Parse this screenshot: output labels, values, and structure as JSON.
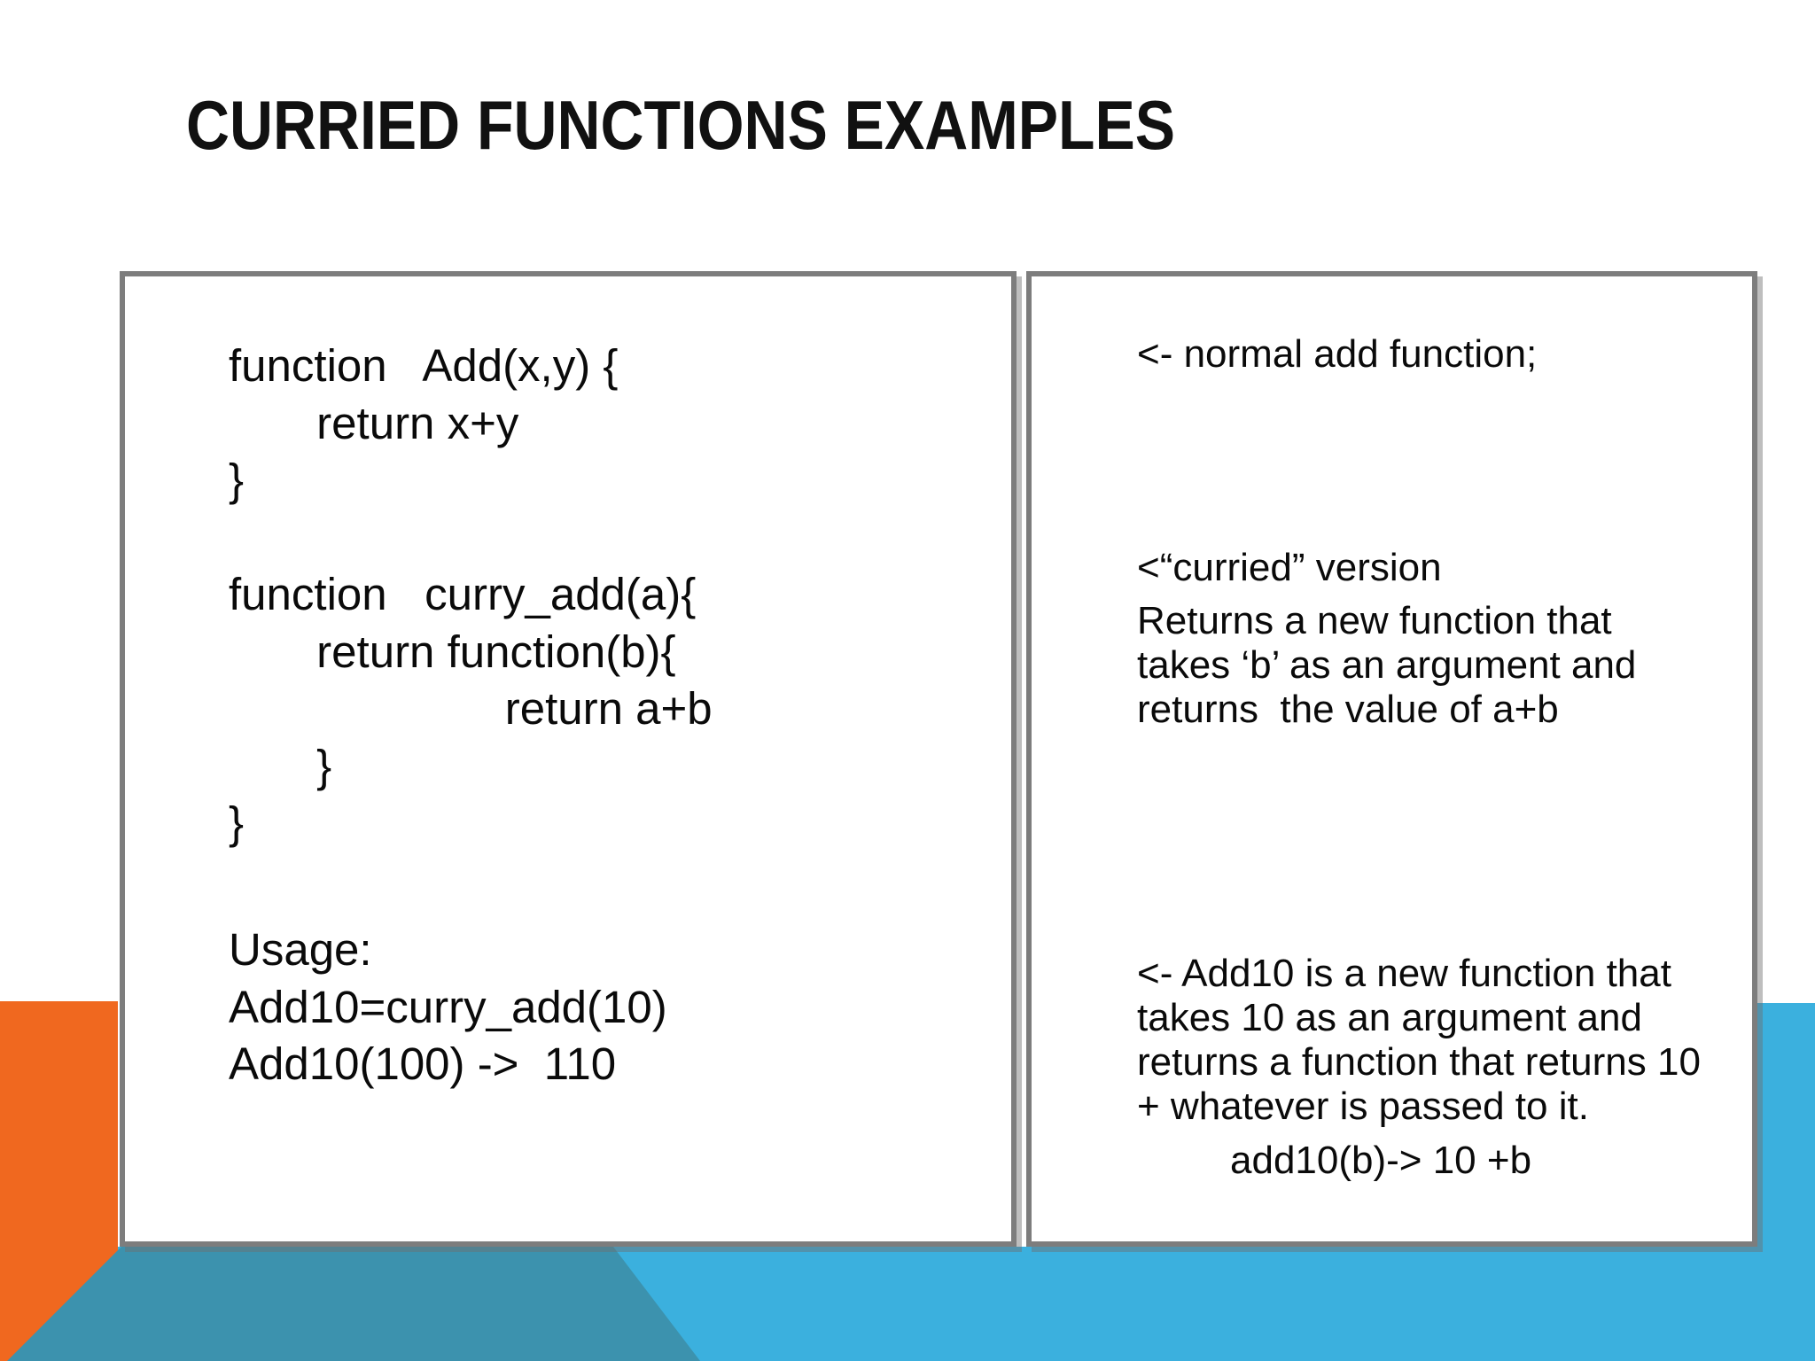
{
  "slide": {
    "title": "CURRIED FUNCTIONS  EXAMPLES",
    "colors": {
      "accent_orange": "#f0681f",
      "accent_blue": "#3bb0de",
      "accent_teal": "#3c92ae",
      "panel_border_gray": "#7d7d7d",
      "text": "#0a0a0a"
    },
    "left_panel": {
      "code_lines": [
        "function   Add(x,y) {",
        "       return x+y",
        "}",
        "",
        "function   curry_add(a){",
        "       return function(b){",
        "                      return a+b",
        "       }",
        "}"
      ],
      "usage_lines": [
        "Usage:",
        "Add10=curry_add(10)",
        "Add10(100) ->  110"
      ]
    },
    "right_panel": {
      "normal_add_note": "<- normal add function;",
      "curried_note_header": "<“curried” version",
      "curried_note_lines": [
        "Returns a new function that",
        "takes ‘b’ as an argument and",
        "returns  the value of a+b"
      ],
      "add10_note_lines": [
        "<- Add10 is a new function that",
        "takes 10 as an argument and",
        "returns a function that returns 10",
        "+ whatever is passed to it."
      ],
      "add10_result": "add10(b)-> 10 +b"
    }
  }
}
